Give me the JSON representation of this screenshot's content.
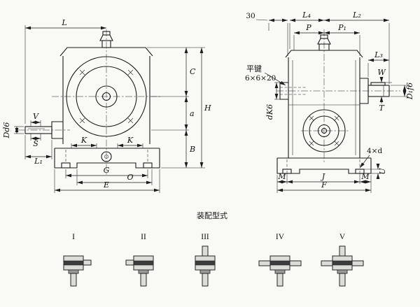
{
  "front": {
    "dims": {
      "L": "L",
      "V": "V",
      "S": "S",
      "shaft_dia": "Dd6",
      "L1": "L₁",
      "C": "C",
      "a": "a",
      "B": "B",
      "H": "H",
      "K_left": "K",
      "K_right": "K",
      "G": "G",
      "O": "O",
      "E": "E"
    }
  },
  "side": {
    "dims": {
      "n30": "30",
      "L4": "L₄",
      "L2": "L₂",
      "P": "P",
      "P1": "P₁",
      "L3": "L₃",
      "W": "W",
      "T": "T",
      "D1": "D₁f6",
      "bore": "dK6",
      "holes": "4×d",
      "U": "U",
      "M_left": "M",
      "J": "J",
      "M_right": "M",
      "F": "F"
    },
    "key_note": {
      "line1": "平键",
      "line2": "6×6×20"
    }
  },
  "assembly": {
    "title": "装配型式",
    "types": [
      "I",
      "II",
      "III",
      "IV",
      "V"
    ]
  }
}
